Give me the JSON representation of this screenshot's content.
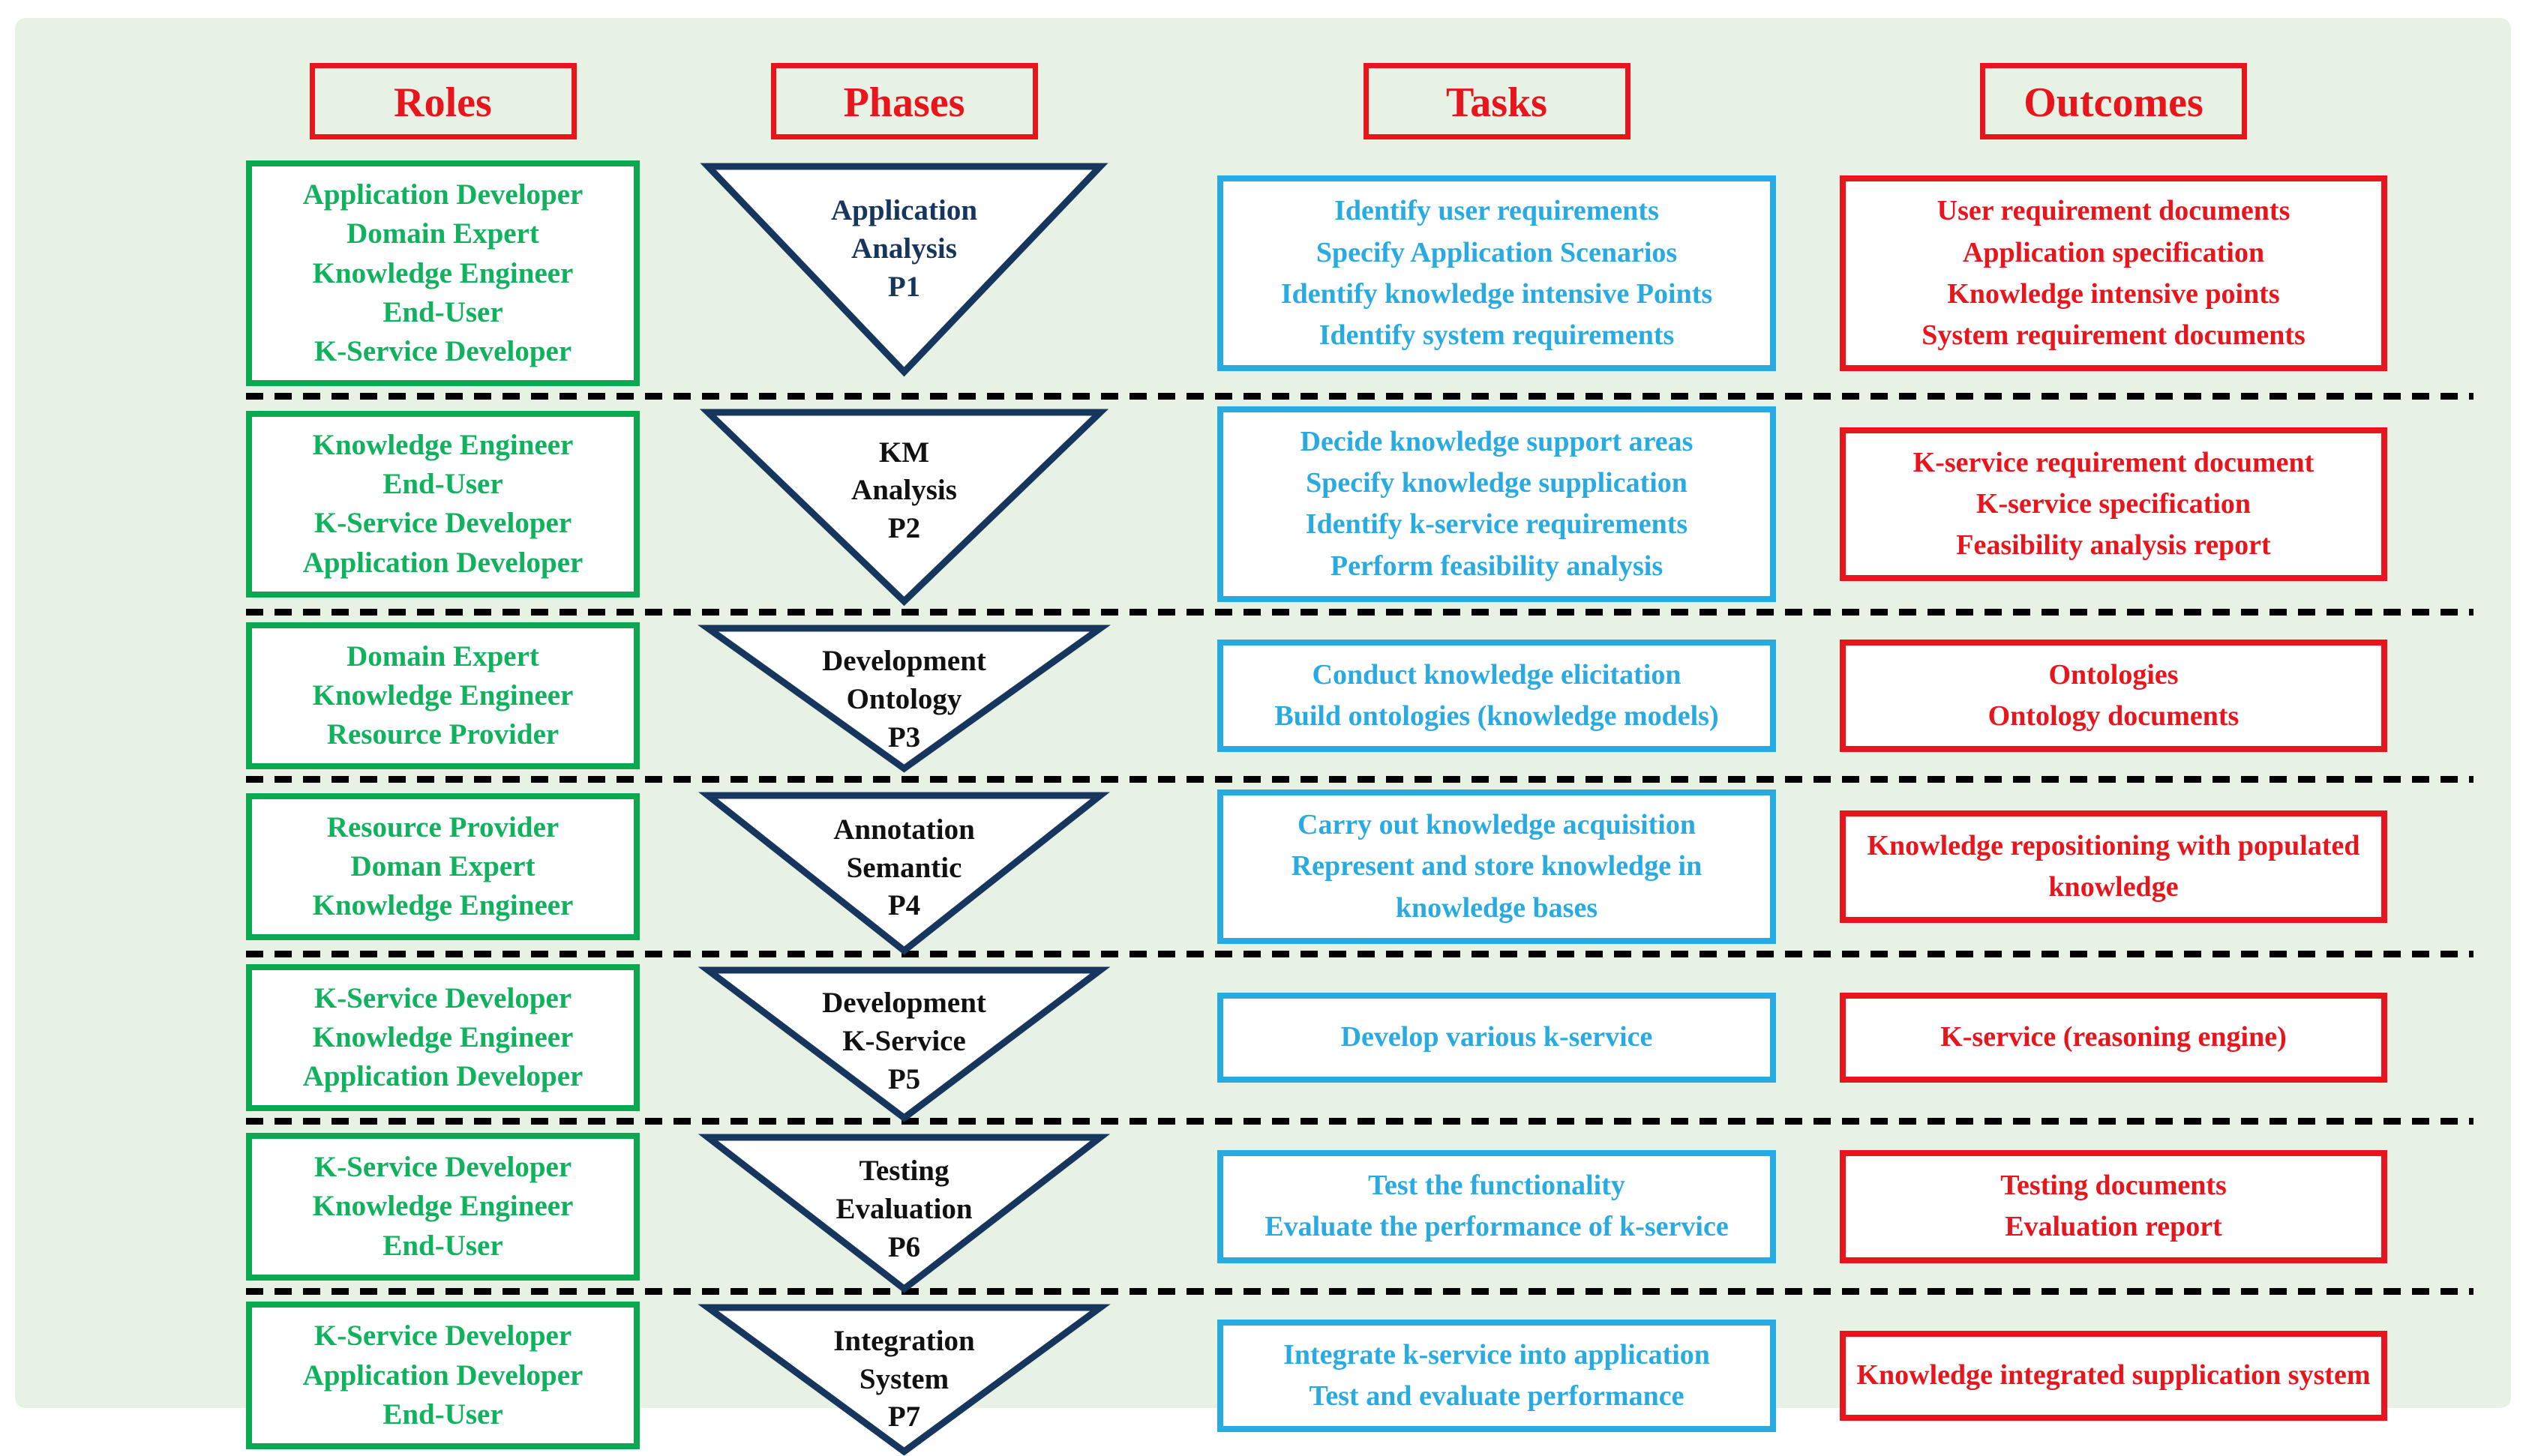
{
  "headers": {
    "roles": "Roles",
    "phases": "Phases",
    "tasks": "Tasks",
    "outcomes": "Outcomes"
  },
  "colors": {
    "panel_background": "#e7f2e4",
    "header_red": "#e8151d",
    "roles_green_border": "#0aa851",
    "roles_green_text": "#10b25d",
    "phase_triangle_navy": "#17365d",
    "phase_text_navy": "#17365d",
    "phase_text_black": "#111111",
    "tasks_cyan": "#29abe2",
    "outcomes_red": "#e8151d",
    "separator_black": "#000000"
  },
  "rows": [
    {
      "roles": [
        "Application Developer",
        "Domain Expert",
        "Knowledge Engineer",
        "End-User",
        "K-Service Developer"
      ],
      "phase": {
        "lines": [
          "Application",
          "Analysis"
        ],
        "code": "P1",
        "color": "#17365d"
      },
      "tasks": [
        "Identify user requirements",
        "Specify Application Scenarios",
        "Identify knowledge intensive Points",
        "Identify system requirements"
      ],
      "outcomes": [
        "User requirement documents",
        "Application specification",
        "Knowledge intensive points",
        "System requirement documents"
      ]
    },
    {
      "roles": [
        "Knowledge Engineer",
        "End-User",
        "K-Service Developer",
        "Application Developer"
      ],
      "phase": {
        "lines": [
          "KM",
          "Analysis"
        ],
        "code": "P2",
        "color": "#111111"
      },
      "tasks": [
        "Decide knowledge support areas",
        "Specify knowledge supplication",
        "Identify k-service requirements",
        "Perform feasibility analysis"
      ],
      "outcomes": [
        "K-service requirement document",
        "K-service specification",
        "Feasibility analysis report"
      ]
    },
    {
      "roles": [
        "Domain Expert",
        "Knowledge Engineer",
        "Resource Provider"
      ],
      "phase": {
        "lines": [
          "Development",
          "Ontology"
        ],
        "code": "P3",
        "color": "#111111"
      },
      "tasks": [
        "Conduct knowledge elicitation",
        "Build ontologies (knowledge models)"
      ],
      "outcomes": [
        "Ontologies",
        "Ontology documents"
      ]
    },
    {
      "roles": [
        "Resource Provider",
        "Doman Expert",
        "Knowledge Engineer"
      ],
      "phase": {
        "lines": [
          "Annotation",
          "Semantic"
        ],
        "code": "P4",
        "color": "#111111"
      },
      "tasks": [
        "Carry out knowledge acquisition",
        "Represent and store knowledge in knowledge bases"
      ],
      "outcomes": [
        "Knowledge repositioning with populated knowledge"
      ]
    },
    {
      "roles": [
        "K-Service Developer",
        "Knowledge Engineer",
        "Application Developer"
      ],
      "phase": {
        "lines": [
          "Development",
          "K-Service"
        ],
        "code": "P5",
        "color": "#111111"
      },
      "tasks": [
        "Develop various k-service"
      ],
      "outcomes": [
        "K-service (reasoning engine)"
      ]
    },
    {
      "roles": [
        "K-Service Developer",
        "Knowledge Engineer",
        "End-User"
      ],
      "phase": {
        "lines": [
          "Testing",
          "Evaluation"
        ],
        "code": "P6",
        "color": "#111111"
      },
      "tasks": [
        "Test the functionality",
        "Evaluate the performance of k-service"
      ],
      "outcomes": [
        "Testing documents",
        "Evaluation report"
      ]
    },
    {
      "roles": [
        "K-Service Developer",
        "Application Developer",
        "End-User"
      ],
      "phase": {
        "lines": [
          "Integration",
          "System"
        ],
        "code": "P7",
        "color": "#111111"
      },
      "tasks": [
        "Integrate k-service into application",
        "Test and evaluate performance"
      ],
      "outcomes": [
        "Knowledge integrated supplication system"
      ]
    }
  ]
}
